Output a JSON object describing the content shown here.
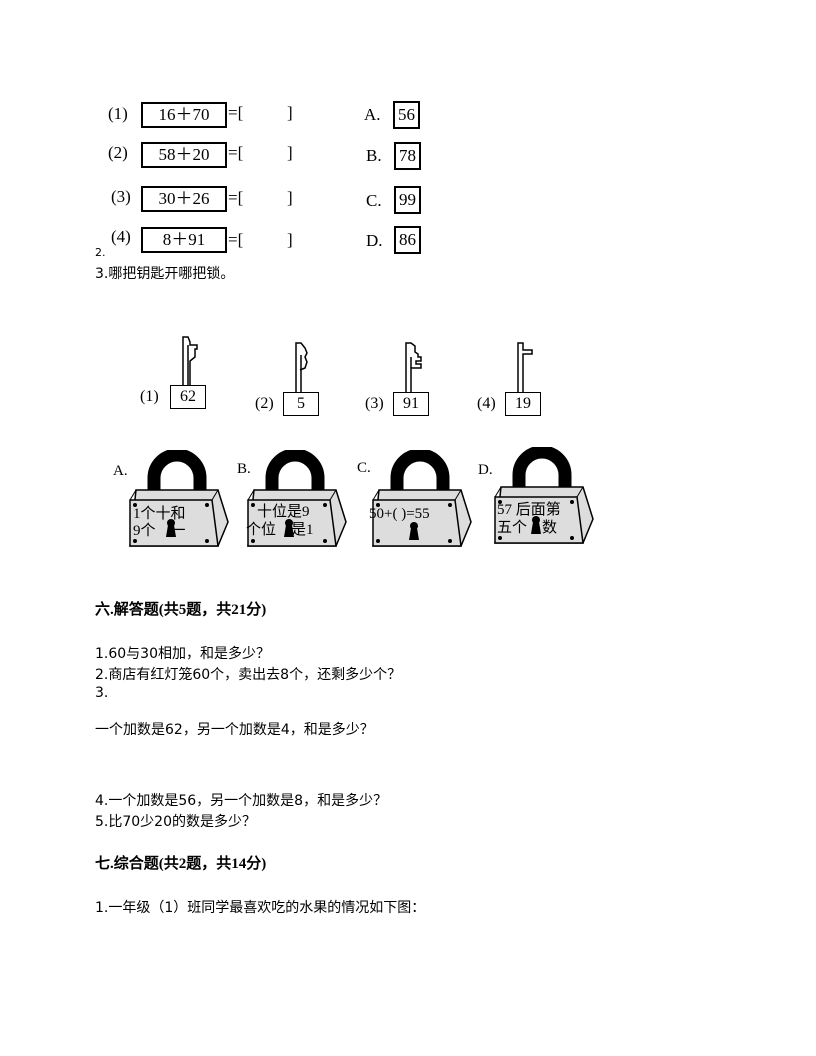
{
  "match_question": {
    "rows": [
      {
        "num": "(1)",
        "expr": "16＋70",
        "eq": "=[",
        "close": "]",
        "opt_label": "A.",
        "opt_value": "56"
      },
      {
        "num": "(2)",
        "expr": "58＋20",
        "eq": "=[",
        "close": "]",
        "opt_label": "B.",
        "opt_value": "78"
      },
      {
        "num": "(3)",
        "expr": "30＋26",
        "eq": "=[",
        "close": "]",
        "opt_label": "C.",
        "opt_value": "99"
      },
      {
        "num": "(4)",
        "expr": "8＋91",
        "eq": "=[",
        "close": "]",
        "opt_label": "D.",
        "opt_value": "86"
      }
    ],
    "item2": "2."
  },
  "keys_question": {
    "title": "3.哪把钥匙开哪把锁。",
    "keys": [
      {
        "num": "(1)",
        "value": "62"
      },
      {
        "num": "(2)",
        "value": "5"
      },
      {
        "num": "(3)",
        "value": "91"
      },
      {
        "num": "(4)",
        "value": "19"
      }
    ],
    "locks": [
      {
        "label": "A.",
        "line1": "1个十和",
        "line2": "9个　一"
      },
      {
        "label": "B.",
        "line1": "十位是9",
        "line2": "个位　是1"
      },
      {
        "label": "C.",
        "line1": "50+(  )=55",
        "line2": ""
      },
      {
        "label": "D.",
        "line1": "57 后面第",
        "line2": "五个　数"
      }
    ]
  },
  "section6": {
    "title": "六.解答题(共5题，共21分)",
    "q1": "1.60与30相加，和是多少？",
    "q2": "2.商店有红灯笼60个，卖出去8个，还剩多少个？",
    "q3_num": "3.",
    "q3": "一个加数是62，另一个加数是4，和是多少？",
    "q4": "4.一个加数是56，另一个加数是8，和是多少？",
    "q5": "5.比70少20的数是多少？"
  },
  "section7": {
    "title": "七.综合题(共2题，共14分)",
    "q1": "1.一年级（1）班同学最喜欢吃的水果的情况如下图："
  }
}
